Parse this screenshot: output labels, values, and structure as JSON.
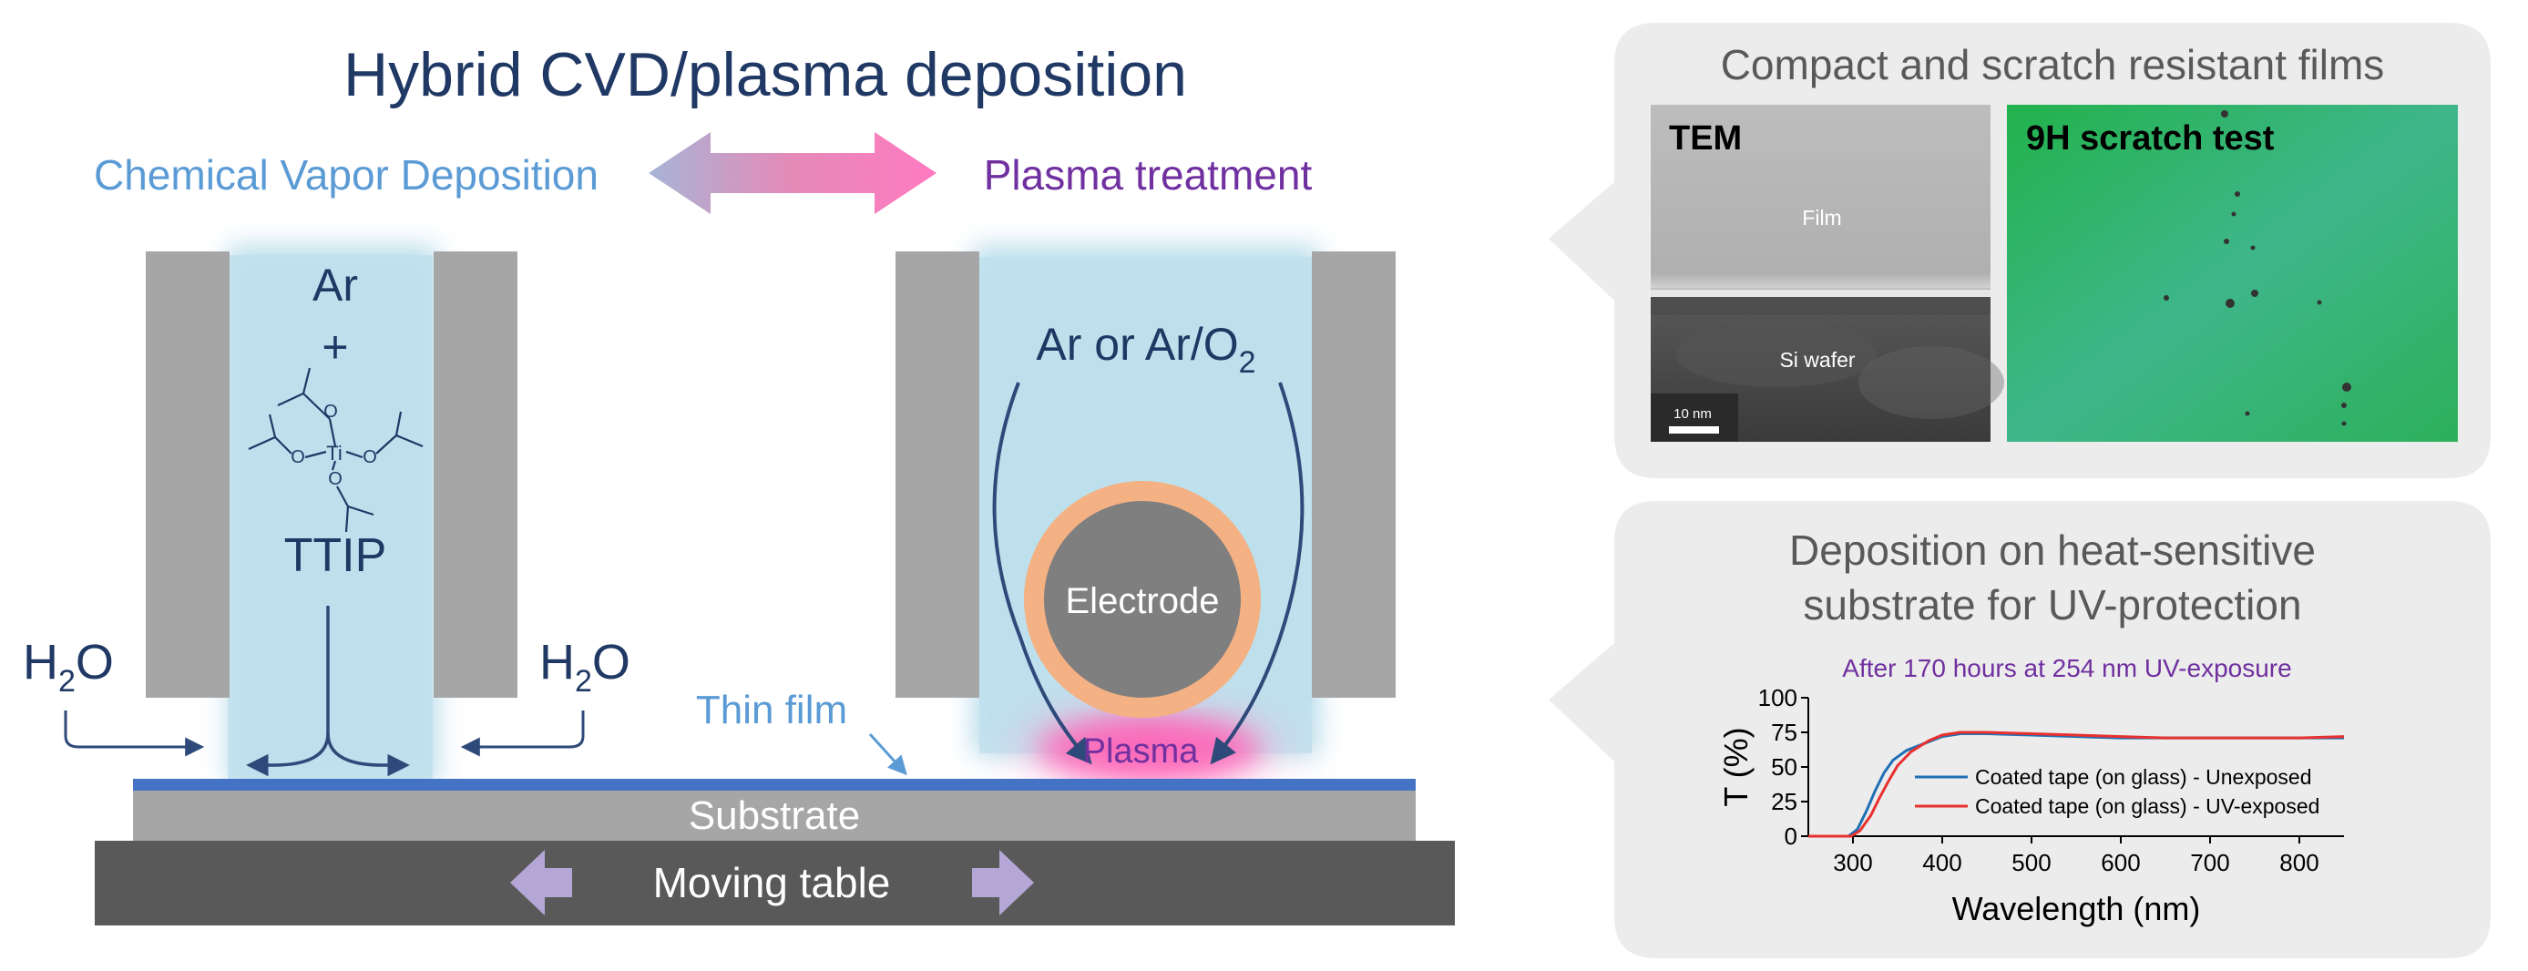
{
  "diagram": {
    "title": "Hybrid CVD/plasma deposition",
    "left_label": "Chemical Vapor Deposition",
    "right_label": "Plasma treatment",
    "cvd": {
      "gas_line1": "Ar",
      "gas_plus": "+",
      "precursor": "TTIP",
      "molecule_center": "Ti",
      "molecule_oxygen": "O",
      "h2o_main": "H",
      "h2o_sub": "2",
      "h2o_tail": "O"
    },
    "plasma": {
      "gas_main": "Ar or Ar/O",
      "gas_sub": "2",
      "electrode": "Electrode",
      "plasma": "Plasma"
    },
    "thin_film": "Thin film",
    "substrate": "Substrate",
    "moving_table": "Moving table"
  },
  "panel_top": {
    "title": "Compact and scratch resistant films",
    "tem_label": "TEM",
    "tem_film": "Film",
    "tem_wafer": "Si wafer",
    "tem_scale": "10 nm",
    "scratch_label": "9H scratch test"
  },
  "panel_bottom": {
    "title_line1": "Deposition on heat-sensitive",
    "title_line2": "substrate for UV-protection",
    "subtitle": "After 170 hours at 254 nm UV-exposure"
  },
  "colors": {
    "title": "#1f3864",
    "cvd_text": "#5b9bd5",
    "plasma_text": "#7030a0",
    "plasma_glow": "#ff5fb4",
    "electrode_ring": "#f4b183",
    "electrode_core": "#7f7f7f",
    "wall": "#a6a6a6",
    "film": "#4472c4",
    "table": "#595959",
    "panel_bg": "#ececec",
    "series_unexposed": "#1f6fb4",
    "series_uv": "#e8312f",
    "table_arrows": "#b4a7d6"
  },
  "chart_data": {
    "type": "line",
    "title": "After 170 hours at 254 nm UV-exposure",
    "xlabel": "Wavelength (nm)",
    "ylabel": "T (%)",
    "xlim": [
      250,
      850
    ],
    "ylim": [
      0,
      100
    ],
    "xticks": [
      300,
      400,
      500,
      600,
      700,
      800
    ],
    "yticks": [
      0,
      25,
      50,
      75,
      100
    ],
    "legend_position": "center-right",
    "series": [
      {
        "name": "Coated tape (on glass) - Unexposed",
        "color": "#1f6fb4",
        "x": [
          250,
          280,
          295,
          305,
          315,
          325,
          335,
          345,
          360,
          380,
          400,
          420,
          450,
          500,
          550,
          600,
          650,
          700,
          750,
          800,
          850
        ],
        "y": [
          0,
          0,
          0,
          5,
          18,
          33,
          46,
          55,
          62,
          67,
          72,
          74,
          74,
          73,
          72,
          71,
          71,
          71,
          71,
          71,
          71
        ]
      },
      {
        "name": "Coated tape (on glass) - UV-exposed",
        "color": "#e8312f",
        "x": [
          250,
          280,
          298,
          308,
          320,
          330,
          340,
          350,
          365,
          385,
          400,
          420,
          450,
          500,
          550,
          600,
          650,
          700,
          750,
          800,
          850
        ],
        "y": [
          0,
          0,
          0,
          4,
          15,
          28,
          40,
          51,
          61,
          69,
          73,
          75,
          75,
          74,
          73,
          72,
          71,
          71,
          71,
          71,
          72
        ]
      }
    ]
  }
}
